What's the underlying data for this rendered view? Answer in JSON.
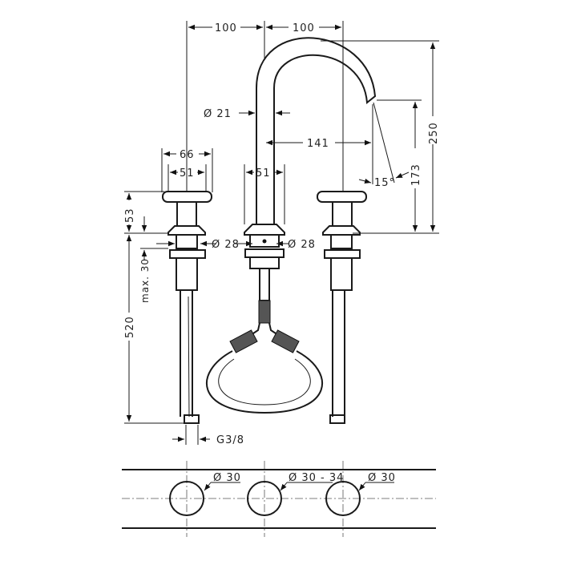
{
  "dimensions": {
    "left_spacing": "100",
    "right_spacing": "100",
    "spout_diameter": "Ø 21",
    "spout_reach": "141",
    "handle_width": "66",
    "handle_base_width": "51",
    "spout_base_width": "51",
    "total_height": "250",
    "spout_outlet_height": "173",
    "outlet_angle": "15°",
    "handle_height": "53",
    "handle_shank_diameter": "Ø 28",
    "spout_shank_diameter": "Ø 28",
    "max_deck_thickness": "max. 30",
    "hose_length": "520",
    "connection_thread": "G3/8"
  },
  "plan_view": {
    "left_hole": "Ø 30",
    "center_hole": "Ø 30 - 34",
    "right_hole": "Ø 30"
  }
}
